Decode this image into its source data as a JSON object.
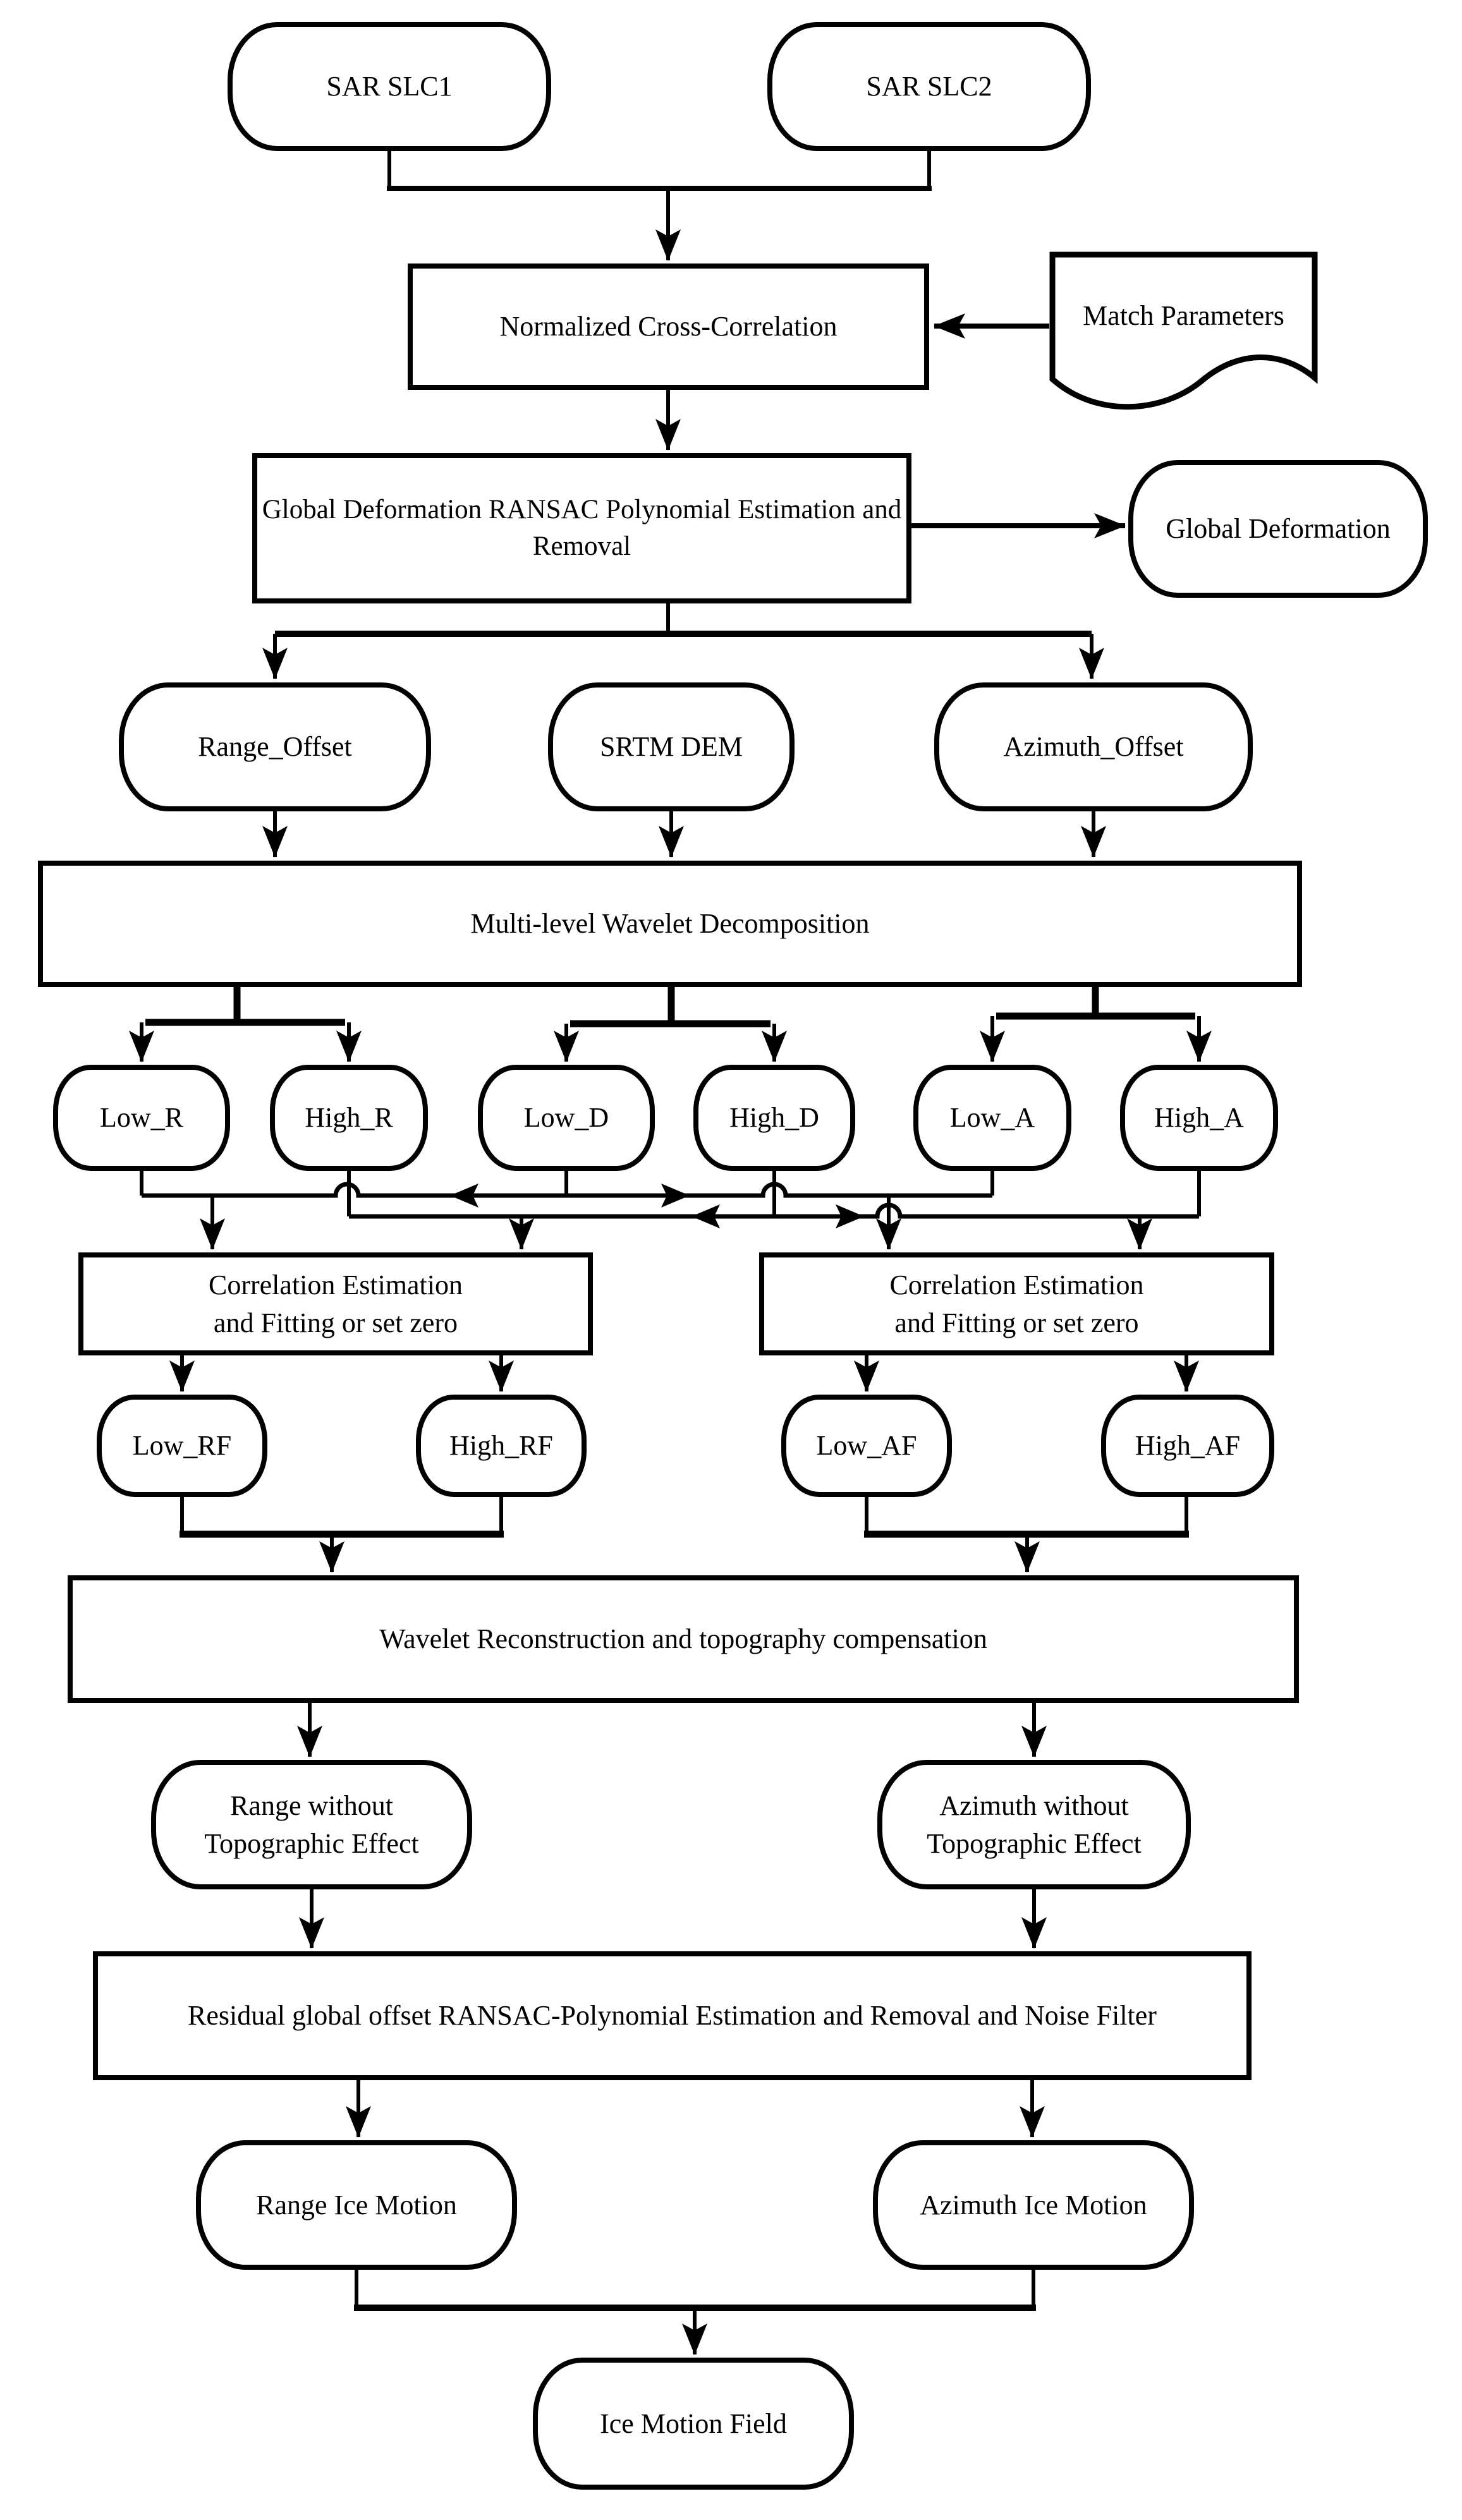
{
  "colors": {
    "line": "#000000",
    "background": "#ffffff",
    "text": "#000000"
  },
  "nodes": {
    "sar_slc1": {
      "label": "SAR SLC1"
    },
    "sar_slc2": {
      "label": "SAR SLC2"
    },
    "ncc": {
      "label": "Normalized Cross-Correlation"
    },
    "match_parameters": {
      "label": "Match Parameters"
    },
    "global_ransac": {
      "line1": "Global Deformation RANSAC Polynomial Estimation and",
      "line2": "Removal"
    },
    "global_deformation": {
      "label": "Global Deformation"
    },
    "range_offset": {
      "label": "Range_Offset"
    },
    "srtm_dem": {
      "label": "SRTM DEM"
    },
    "azimuth_offset": {
      "label": "Azimuth_Offset"
    },
    "wavelet_decomposition": {
      "label": "Multi-level Wavelet Decomposition"
    },
    "low_r": {
      "label": "Low_R"
    },
    "high_r": {
      "label": "High_R"
    },
    "low_d": {
      "label": "Low_D"
    },
    "high_d": {
      "label": "High_D"
    },
    "low_a": {
      "label": "Low_A"
    },
    "high_a": {
      "label": "High_A"
    },
    "corr_left": {
      "line1": "Correlation Estimation",
      "line2": "and Fitting or set zero"
    },
    "corr_right": {
      "line1": "Correlation Estimation",
      "line2": "and Fitting or set zero"
    },
    "low_rf": {
      "label": "Low_RF"
    },
    "high_rf": {
      "label": "High_RF"
    },
    "low_af": {
      "label": "Low_AF"
    },
    "high_af": {
      "label": "High_AF"
    },
    "wavelet_reconstruction": {
      "label": "Wavelet Reconstruction and topography compensation"
    },
    "range_wo_topo": {
      "line1": "Range without",
      "line2": "Topographic Effect"
    },
    "azimuth_wo_topo": {
      "line1": "Azimuth without",
      "line2": "Topographic Effect"
    },
    "residual": {
      "label": "Residual global offset RANSAC-Polynomial Estimation and Removal and Noise Filter"
    },
    "range_ice_motion": {
      "label": "Range Ice Motion"
    },
    "azimuth_ice_motion": {
      "label": "Azimuth Ice Motion"
    },
    "ice_motion_field": {
      "label": "Ice Motion Field"
    }
  }
}
